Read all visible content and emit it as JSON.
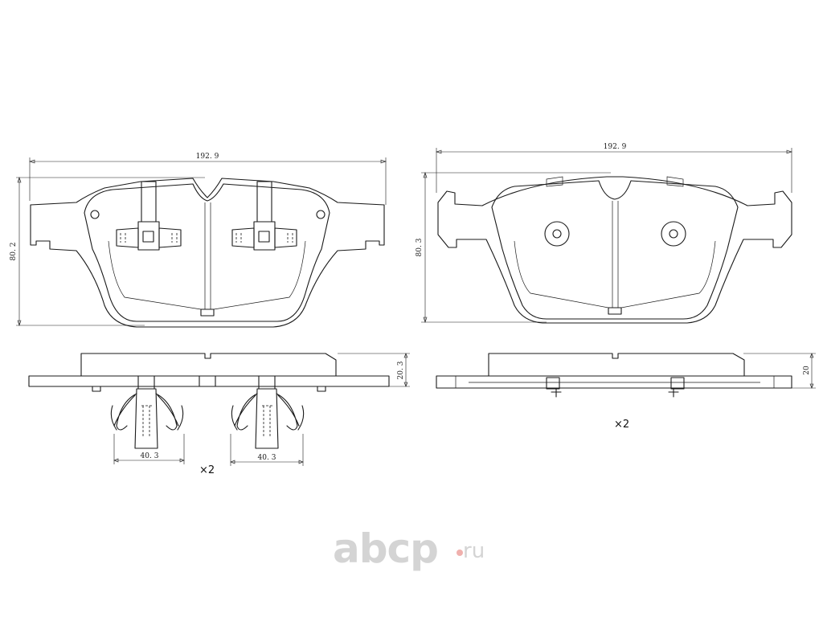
{
  "dimensions": {
    "left_pad_width": "192. 9",
    "left_pad_height": "80. 2",
    "right_pad_width": "192. 9",
    "right_pad_height": "80. 3",
    "left_side_thickness": "20. 3",
    "right_side_thickness": "20",
    "left_clip_width": "40. 3",
    "right_clip_width": "40. 3"
  },
  "quantities": {
    "clips": "×2",
    "right_pad": "×2"
  },
  "watermark": {
    "brand": "abcp",
    "tld": ".ru"
  },
  "colors": {
    "line": "#1a1a1a",
    "watermark_gray": "#d4d4d4",
    "watermark_dot": "#f0b0ad"
  }
}
